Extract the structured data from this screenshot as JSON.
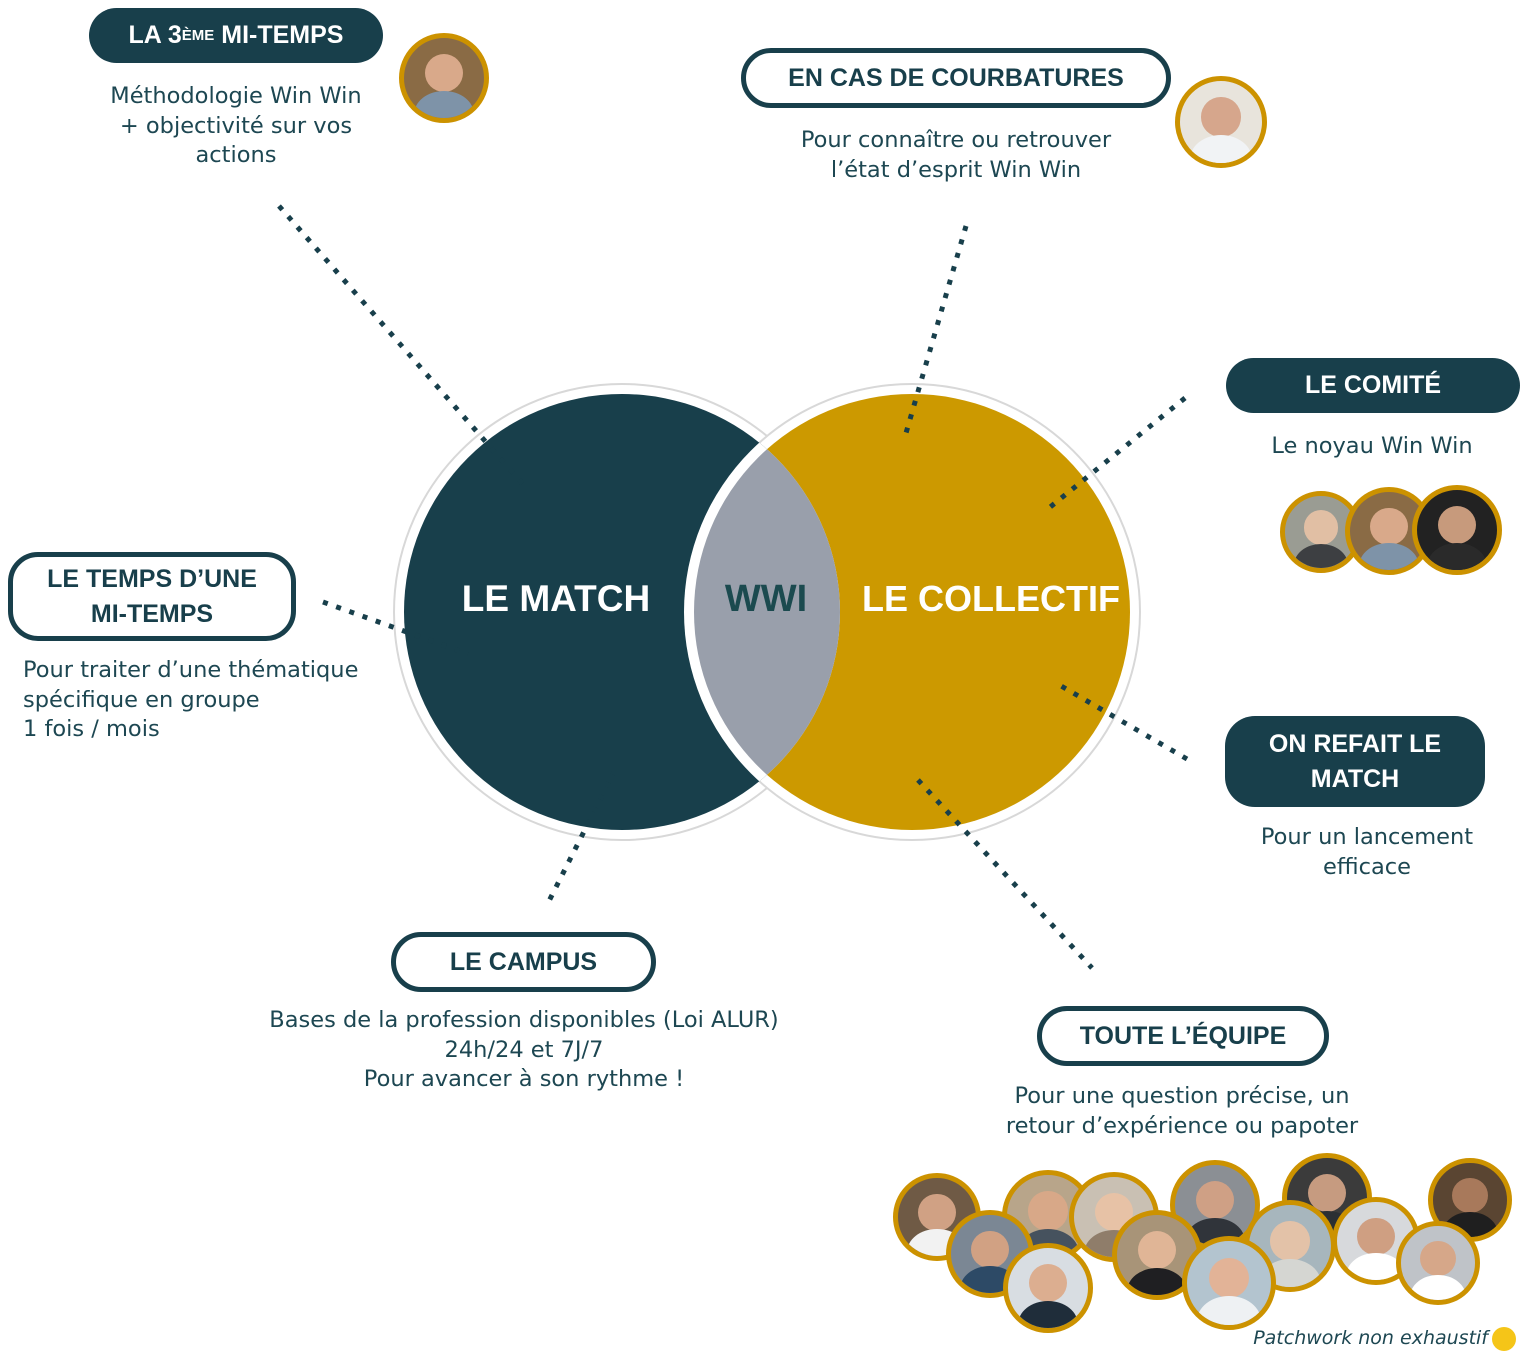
{
  "diagram": {
    "center_label": "WWI",
    "left_circle_label": "LE MATCH",
    "right_circle_label": "LE COLLECTIF",
    "colors": {
      "dark_teal": "#183f4b",
      "gold": "#cc9900",
      "overlap_grey": "#999fab",
      "wwi_text": "#1b4a4f"
    }
  },
  "nodes": {
    "troisieme": {
      "title_prefix": "LA 3",
      "title_sup": "ÈME",
      "title_suffix": " MI-TEMPS",
      "lines": [
        "Méthodologie Win Win",
        "+ objectivité sur vos",
        "actions"
      ]
    },
    "courbatures": {
      "title": "EN CAS DE COURBATURES",
      "lines": [
        "Pour connaître ou retrouver",
        "l’état d’esprit Win Win"
      ]
    },
    "comite": {
      "title": "LE COMITÉ",
      "lines": [
        "Le noyau Win Win"
      ]
    },
    "temps": {
      "title_lines": [
        "LE TEMPS D’UNE",
        "MI-TEMPS"
      ],
      "lines": [
        "Pour traiter d’une thématique",
        "spécifique en groupe",
        "1 fois / mois"
      ]
    },
    "refait": {
      "title_lines": [
        "ON REFAIT LE",
        "MATCH"
      ],
      "lines": [
        "Pour un lancement",
        "efficace"
      ]
    },
    "campus": {
      "title": "LE CAMPUS",
      "lines": [
        "Bases de la profession disponibles (Loi ALUR)",
        "24h/24 et 7J/7",
        "Pour avancer à son rythme !"
      ]
    },
    "equipe": {
      "title": "TOUTE L’ÉQUIPE",
      "lines": [
        "Pour une question précise, un",
        "retour d’expérience ou papoter"
      ]
    }
  },
  "footnote": "Patchwork non exhaustif",
  "icons": [
    "portrait-photo",
    "smiling-face-icon"
  ]
}
